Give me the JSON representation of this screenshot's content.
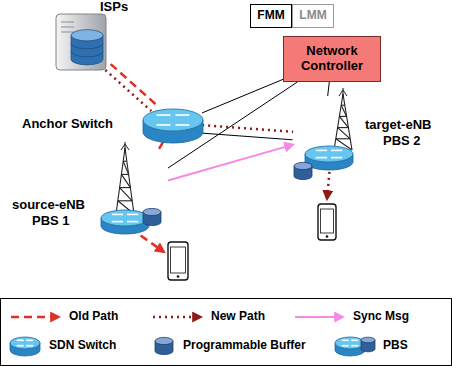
{
  "diagram": {
    "nodes": [
      {
        "text": [
          "ISPs"
        ]
      },
      {
        "text": [
          "FMM"
        ]
      },
      {
        "text": [
          "LMM"
        ]
      },
      {
        "text": [
          "Network Controller"
        ]
      },
      {
        "text": [
          "Anchor Switch"
        ]
      },
      {
        "text": [
          "source-eNB",
          "PBS 1"
        ]
      },
      {
        "text": [
          "target-eNB",
          "PBS 2"
        ]
      }
    ],
    "edges": [
      {
        "from": 3,
        "to": 4,
        "arrow": "none"
      },
      {
        "from": 3,
        "to": 5,
        "arrow": "none"
      },
      {
        "from": 3,
        "to": 6,
        "arrow": "none"
      },
      {
        "from": 4,
        "to": 6,
        "arrow": "none"
      },
      {
        "from": 0,
        "to": 4,
        "arrow": "none"
      },
      {
        "from": 4,
        "to": 5,
        "arrow": "none"
      },
      {
        "from": 0,
        "to": 4,
        "arrow": "none"
      },
      {
        "from": 4,
        "to": 6,
        "arrow": "none"
      },
      {
        "from": 5,
        "to": 6,
        "arrow": "to"
      }
    ],
    "legend": [
      {
        "text": "Old Path"
      },
      {
        "text": "New Path"
      },
      {
        "text": "Sync Msg"
      },
      {
        "text": "SDN Switch"
      },
      {
        "text": "Programmable Buffer"
      },
      {
        "text": "PBS"
      }
    ]
  }
}
